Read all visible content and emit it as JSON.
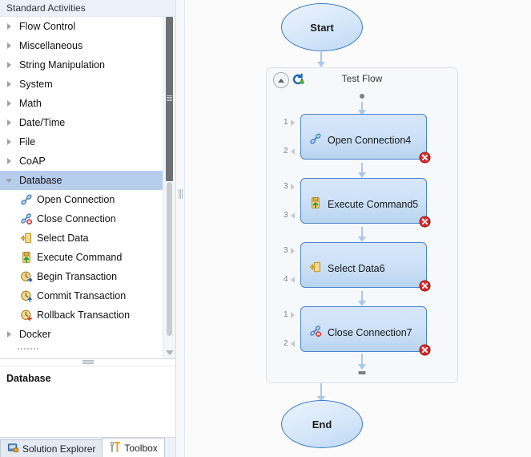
{
  "toolbox": {
    "header": "Standard Activities",
    "tree": [
      {
        "label": "Flow Control",
        "expanded": false,
        "selected": false
      },
      {
        "label": "Miscellaneous",
        "expanded": false,
        "selected": false
      },
      {
        "label": "String Manipulation",
        "expanded": false,
        "selected": false
      },
      {
        "label": "System",
        "expanded": false,
        "selected": false
      },
      {
        "label": "Math",
        "expanded": false,
        "selected": false
      },
      {
        "label": "Date/Time",
        "expanded": false,
        "selected": false
      },
      {
        "label": "File",
        "expanded": false,
        "selected": false
      },
      {
        "label": "CoAP",
        "expanded": false,
        "selected": false
      },
      {
        "label": "Database",
        "expanded": true,
        "selected": true
      }
    ],
    "database_items": [
      {
        "label": "Open Connection",
        "icon": "plug-connect-icon"
      },
      {
        "label": "Close Connection",
        "icon": "plug-disconnect-icon"
      },
      {
        "label": "Select Data",
        "icon": "select-data-icon"
      },
      {
        "label": "Execute Command",
        "icon": "execute-command-icon"
      },
      {
        "label": "Begin Transaction",
        "icon": "clock-begin-icon"
      },
      {
        "label": "Commit Transaction",
        "icon": "clock-commit-icon"
      },
      {
        "label": "Rollback Transaction",
        "icon": "clock-rollback-icon"
      }
    ],
    "tree_after": [
      {
        "label": "Docker",
        "expanded": false,
        "selected": false
      }
    ],
    "description": "Database",
    "tabs": [
      {
        "label": "Solution Explorer",
        "icon": "solution-explorer-icon",
        "active": false
      },
      {
        "label": "Toolbox",
        "icon": "toolbox-icon",
        "active": true
      }
    ]
  },
  "canvas": {
    "start_label": "Start",
    "end_label": "End",
    "flow_title": "Test Flow",
    "activities": [
      {
        "name": "Open Connection4",
        "icon": "plug-connect-icon",
        "in_port": "1",
        "out_port": "2",
        "error": true
      },
      {
        "name": "Execute Command5",
        "icon": "execute-command-icon",
        "in_port": "3",
        "out_port": "3",
        "error": true
      },
      {
        "name": "Select Data6",
        "icon": "select-data-icon",
        "in_port": "3",
        "out_port": "4",
        "error": true
      },
      {
        "name": "Close Connection7",
        "icon": "plug-disconnect-icon",
        "in_port": "1",
        "out_port": "2",
        "error": true
      }
    ]
  },
  "colors": {
    "accent": "#4a86c8",
    "selection": "#b6cdeb",
    "error": "#d62b28",
    "arrow": "#a9c7ee"
  }
}
